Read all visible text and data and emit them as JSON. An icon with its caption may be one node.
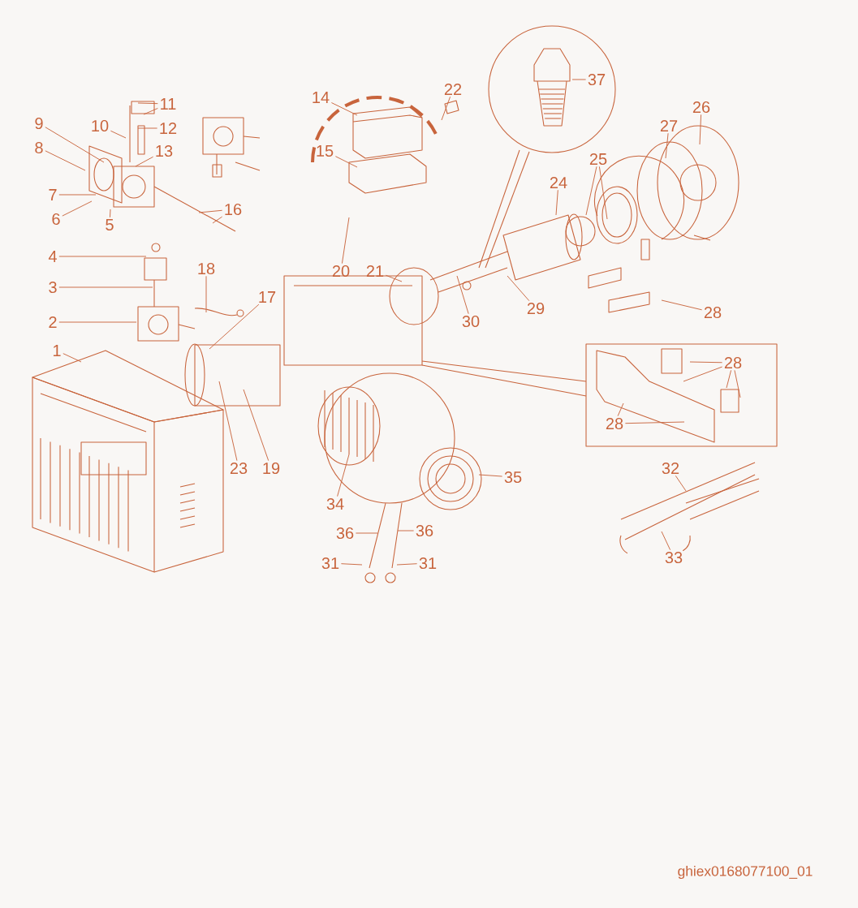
{
  "diagram": {
    "nodes": [
      {
        "text": [
          "1"
        ]
      },
      {
        "text": [
          "2"
        ]
      },
      {
        "text": [
          "3"
        ]
      },
      {
        "text": [
          "4"
        ]
      },
      {
        "text": [
          "5"
        ]
      },
      {
        "text": [
          "6"
        ]
      },
      {
        "text": [
          "7"
        ]
      },
      {
        "text": [
          "8"
        ]
      },
      {
        "text": [
          "9"
        ]
      },
      {
        "text": [
          "10"
        ]
      },
      {
        "text": [
          "11"
        ]
      },
      {
        "text": [
          "12"
        ]
      },
      {
        "text": [
          "13"
        ]
      },
      {
        "text": [
          "14"
        ]
      },
      {
        "text": [
          "15"
        ]
      },
      {
        "text": [
          "16"
        ]
      },
      {
        "text": [
          "17"
        ]
      },
      {
        "text": [
          "18"
        ]
      },
      {
        "text": [
          "19"
        ]
      },
      {
        "text": [
          "20"
        ]
      },
      {
        "text": [
          "21"
        ]
      },
      {
        "text": [
          "22"
        ]
      },
      {
        "text": [
          "23"
        ]
      },
      {
        "text": [
          "24"
        ]
      },
      {
        "text": [
          "25"
        ]
      },
      {
        "text": [
          "26"
        ]
      },
      {
        "text": [
          "27"
        ]
      },
      {
        "text": [
          "28"
        ]
      },
      {
        "text": [
          "28"
        ]
      },
      {
        "text": [
          "28"
        ]
      },
      {
        "text": [
          "29"
        ]
      },
      {
        "text": [
          "30"
        ]
      },
      {
        "text": [
          "31"
        ]
      },
      {
        "text": [
          "31"
        ]
      },
      {
        "text": [
          "32"
        ]
      },
      {
        "text": [
          "33"
        ]
      },
      {
        "text": [
          "34"
        ]
      },
      {
        "text": [
          "35"
        ]
      },
      {
        "text": [
          "36"
        ]
      },
      {
        "text": [
          "36"
        ]
      },
      {
        "text": [
          "37"
        ]
      }
    ],
    "edges": [
      {
        "from": 0,
        "to": null,
        "arrow": "none"
      },
      {
        "from": 1,
        "to": null,
        "arrow": "none"
      },
      {
        "from": 2,
        "to": null,
        "arrow": "none"
      },
      {
        "from": 3,
        "to": null,
        "arrow": "none"
      },
      {
        "from": 4,
        "to": null,
        "arrow": "none"
      },
      {
        "from": 5,
        "to": null,
        "arrow": "none"
      },
      {
        "from": 6,
        "to": null,
        "arrow": "none"
      },
      {
        "from": 7,
        "to": null,
        "arrow": "none"
      },
      {
        "from": 8,
        "to": null,
        "arrow": "none"
      },
      {
        "from": 9,
        "to": null,
        "arrow": "none"
      },
      {
        "from": 10,
        "to": null,
        "arrow": "none"
      },
      {
        "from": 10,
        "to": null,
        "arrow": "none"
      },
      {
        "from": 11,
        "to": null,
        "arrow": "none"
      },
      {
        "from": 12,
        "to": null,
        "arrow": "none"
      },
      {
        "from": 13,
        "to": null,
        "arrow": "none"
      },
      {
        "from": 14,
        "to": null,
        "arrow": "none"
      },
      {
        "from": 15,
        "to": null,
        "arrow": "none"
      },
      {
        "from": 15,
        "to": null,
        "arrow": "none"
      },
      {
        "from": 16,
        "to": null,
        "arrow": "none"
      },
      {
        "from": 17,
        "to": null,
        "arrow": "none"
      },
      {
        "from": 18,
        "to": null,
        "arrow": "none"
      },
      {
        "from": 19,
        "to": null,
        "arrow": "none"
      },
      {
        "from": 20,
        "to": null,
        "arrow": "none"
      },
      {
        "from": 21,
        "to": null,
        "arrow": "none"
      },
      {
        "from": 22,
        "to": null,
        "arrow": "none"
      },
      {
        "from": 23,
        "to": null,
        "arrow": "none"
      },
      {
        "from": 24,
        "to": null,
        "arrow": "none"
      },
      {
        "from": 24,
        "to": null,
        "arrow": "none"
      },
      {
        "from": 25,
        "to": null,
        "arrow": "none"
      },
      {
        "from": 26,
        "to": null,
        "arrow": "none"
      },
      {
        "from": 27,
        "to": null,
        "arrow": "none"
      },
      {
        "from": 28,
        "to": null,
        "arrow": "none"
      },
      {
        "from": 28,
        "to": null,
        "arrow": "none"
      },
      {
        "from": 28,
        "to": null,
        "arrow": "none"
      },
      {
        "from": 28,
        "to": null,
        "arrow": "none"
      },
      {
        "from": 29,
        "to": null,
        "arrow": "none"
      },
      {
        "from": 29,
        "to": null,
        "arrow": "none"
      },
      {
        "from": 30,
        "to": null,
        "arrow": "none"
      },
      {
        "from": 31,
        "to": null,
        "arrow": "none"
      },
      {
        "from": 32,
        "to": null,
        "arrow": "none"
      },
      {
        "from": 33,
        "to": null,
        "arrow": "none"
      },
      {
        "from": 34,
        "to": null,
        "arrow": "none"
      },
      {
        "from": 35,
        "to": null,
        "arrow": "none"
      },
      {
        "from": 36,
        "to": null,
        "arrow": "none"
      },
      {
        "from": 37,
        "to": null,
        "arrow": "none"
      },
      {
        "from": 38,
        "to": null,
        "arrow": "none"
      },
      {
        "from": 39,
        "to": null,
        "arrow": "none"
      },
      {
        "from": 40,
        "to": null,
        "arrow": "none"
      }
    ],
    "labels": [
      "ghiex0168077100_01"
    ]
  }
}
